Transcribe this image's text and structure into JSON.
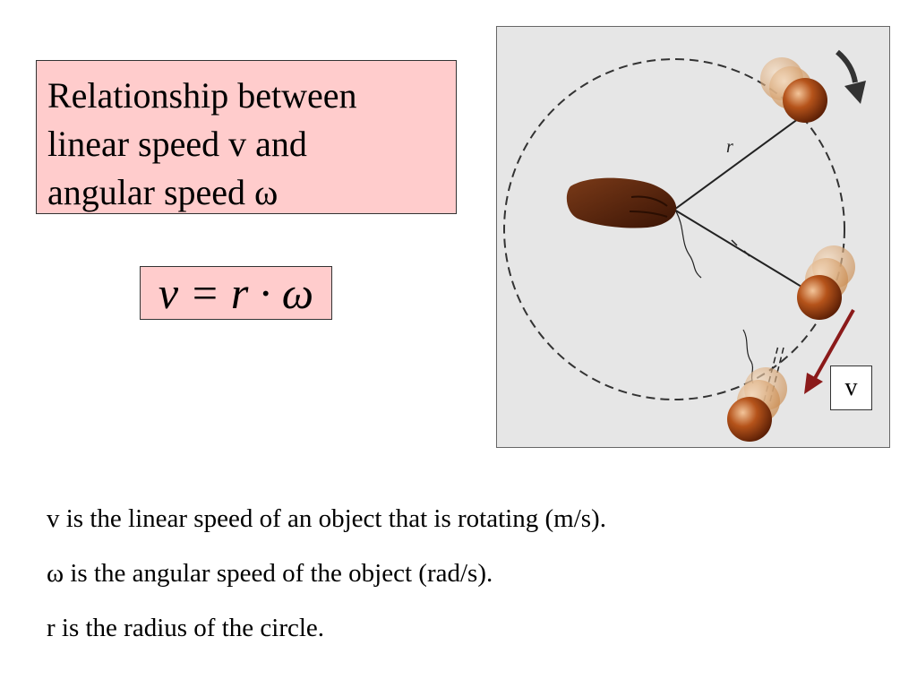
{
  "title": {
    "lines": [
      "Relationship between",
      "linear speed v and",
      "angular speed ω"
    ]
  },
  "formula": {
    "text": "v = r · ω"
  },
  "figure": {
    "radius_label": "r",
    "velocity_label": "v",
    "icons": [
      "hand-icon",
      "ball-icon",
      "rotation-arrow-icon",
      "velocity-arrow-icon"
    ],
    "colors": {
      "background": "#e6e6e6",
      "ball": "#8b3a0f",
      "arrow": "#8b1a1a"
    }
  },
  "descriptions": [
    "v is the linear speed of an object that is rotating (m/s).",
    "ω is the angular speed of the object (rad/s).",
    "r is the radius of the circle."
  ]
}
